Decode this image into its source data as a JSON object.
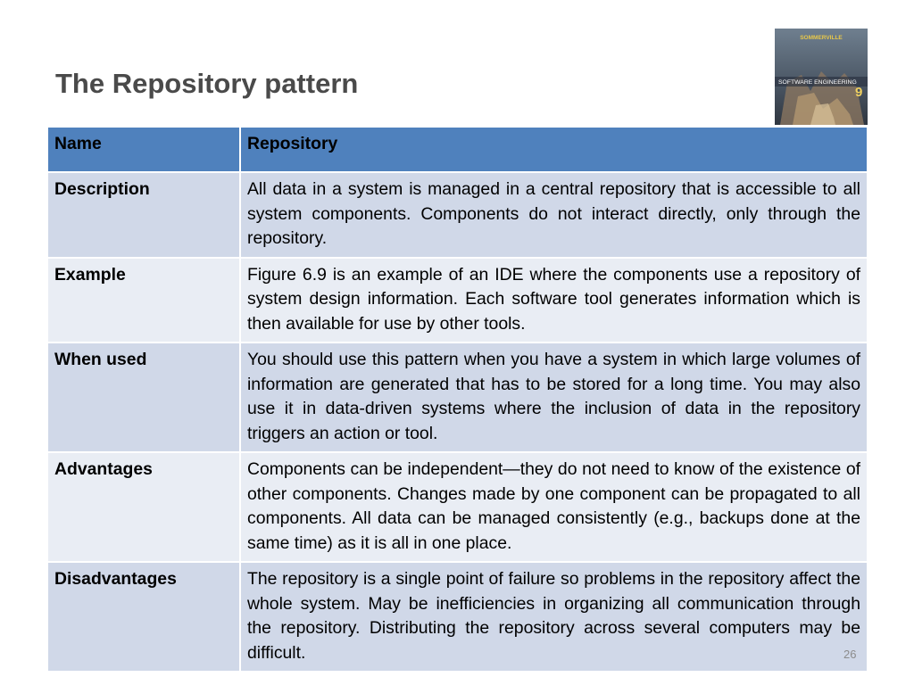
{
  "slide": {
    "title": "The Repository pattern",
    "slide_number": "26",
    "footer_chapter": "",
    "cover": {
      "author_text": "SOMMERVILLE",
      "book_title": "SOFTWARE ENGINEERING",
      "edition": "9"
    }
  },
  "table": {
    "header": {
      "label": "Name",
      "value": "Repository"
    },
    "rows": [
      {
        "label": "Description",
        "text": "All data in a system is managed in a central repository that is accessible to all system components. Components do not interact directly, only through the repository."
      },
      {
        "label": "Example",
        "text": "Figure 6.9 is an example of an IDE where the components use a repository of system design information. Each software tool generates information which is then available for use by other tools."
      },
      {
        "label": "When used",
        "text": "You should use this pattern when you have a system in which large volumes of information are generated that has to be stored for a long time. You may also use it in data-driven systems where the inclusion of data in the repository triggers an action or tool."
      },
      {
        "label": "Advantages",
        "text": "Components can be independent—they do not need to know of the existence of other components. Changes made by one component can be propagated to all components. All data can be managed consistently (e.g., backups done at the same time) as it is all in one place."
      },
      {
        "label": "Disadvantages",
        "text": "The repository is a single point of failure so problems in the repository affect the whole system. May be inefficiencies in organizing all communication through the repository. Distributing the repository across several computers may be difficult."
      }
    ]
  },
  "colors": {
    "header_bg": "#4f81bd",
    "row_dark": "#d0d8e8",
    "row_light": "#e9edf4",
    "title": "#4a4a4a"
  }
}
